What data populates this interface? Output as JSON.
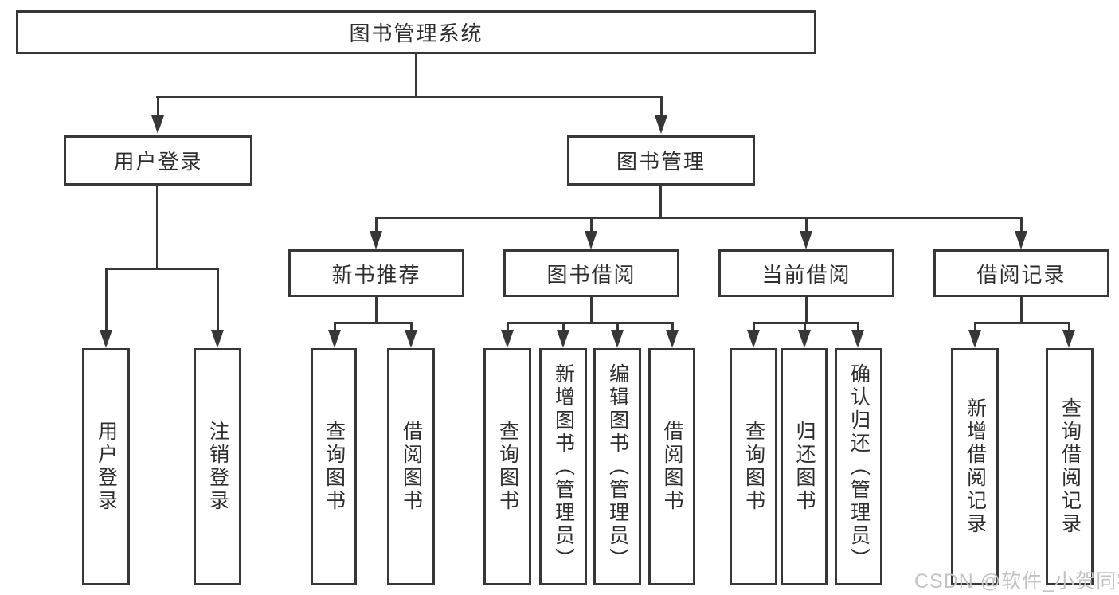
{
  "tree": {
    "label": "图书管理系统",
    "children": [
      {
        "label": "用户登录",
        "children": [
          {
            "label": "用户登录"
          },
          {
            "label": "注销登录"
          }
        ]
      },
      {
        "label": "图书管理",
        "children": [
          {
            "label": "新书推荐",
            "children": [
              {
                "label": "查询图书"
              },
              {
                "label": "借阅图书"
              }
            ]
          },
          {
            "label": "图书借阅",
            "children": [
              {
                "label": "查询图书"
              },
              {
                "label": "新增图书（管理员）"
              },
              {
                "label": "编辑图书（管理员）"
              },
              {
                "label": "借阅图书"
              }
            ]
          },
          {
            "label": "当前借阅",
            "children": [
              {
                "label": "查询图书"
              },
              {
                "label": "归还图书"
              },
              {
                "label": "确认归还（管理员）"
              }
            ]
          },
          {
            "label": "借阅记录",
            "children": [
              {
                "label": "新增借阅记录"
              },
              {
                "label": "查询借阅记录"
              }
            ]
          }
        ]
      }
    ]
  },
  "watermark": {
    "text": "CSDN @软件_小贺同学"
  },
  "colors": {
    "line": "#373737",
    "box_border": "#373737",
    "box_fill": "#ffffff",
    "text": "#2d2d2d",
    "watermark": "#c3c3c3"
  }
}
